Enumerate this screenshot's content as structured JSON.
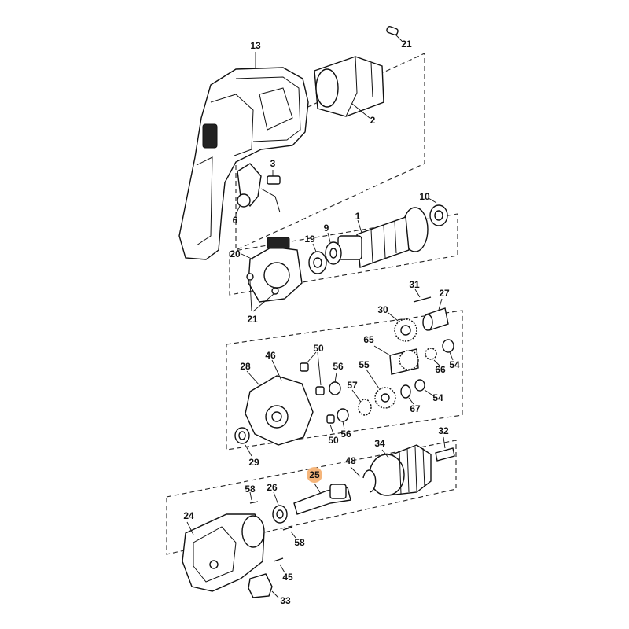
{
  "highlight_color": "#f5b57a",
  "callouts": {
    "c13": "13",
    "c21a": "21",
    "c2": "2",
    "c3": "3",
    "c6": "6",
    "c10": "10",
    "c1": "1",
    "c9": "9",
    "c19": "19",
    "c20": "20",
    "c21b": "21",
    "c31": "31",
    "c27": "27",
    "c30": "30",
    "c65": "65",
    "c66": "66",
    "c54a": "54",
    "c50a": "50",
    "c28": "28",
    "c46": "46",
    "c56a": "56",
    "c55": "55",
    "c57": "57",
    "c67": "67",
    "c54b": "54",
    "c56b": "56",
    "c50b": "50",
    "c29": "29",
    "c32": "32",
    "c34": "34",
    "c48": "48",
    "c25": "25",
    "c58a": "58",
    "c26": "26",
    "c24": "24",
    "c58b": "58",
    "c45": "45",
    "c33": "33"
  }
}
